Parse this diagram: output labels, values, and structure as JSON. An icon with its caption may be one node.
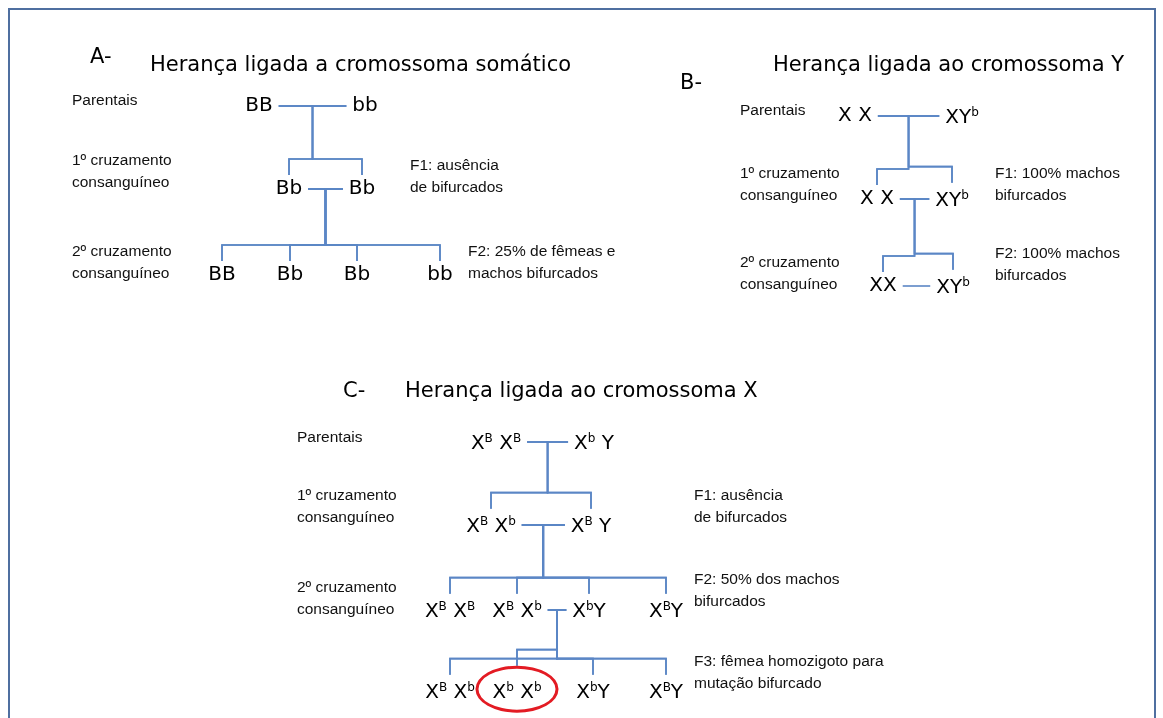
{
  "diagram": {
    "nodes": [
      {
        "text": [
          "BB"
        ]
      },
      {
        "text": [
          "bb"
        ]
      },
      {
        "text": [
          "Bb"
        ]
      },
      {
        "text": [
          "Bb"
        ]
      },
      {
        "text": [
          "BB"
        ]
      },
      {
        "text": [
          "Bb"
        ]
      },
      {
        "text": [
          "Bb"
        ]
      },
      {
        "text": [
          "bb"
        ]
      },
      {
        "text": [
          "X X"
        ]
      },
      {
        "text": [
          "XY$^{b}$"
        ]
      },
      {
        "text": [
          "X X"
        ]
      },
      {
        "text": [
          "XY$^{b}$"
        ]
      },
      {
        "text": [
          "XX"
        ]
      },
      {
        "text": [
          "XY$^{b}$"
        ]
      },
      {
        "text": [
          "X$^{B}$ X$^{B}$"
        ]
      },
      {
        "text": [
          "X$^{b}$ Y"
        ]
      },
      {
        "text": [
          "X$^{B}$ X$^{b}$"
        ]
      },
      {
        "text": [
          "X$^{B}$ Y"
        ]
      },
      {
        "text": [
          "X$^{B}$ X$^{B}$"
        ]
      },
      {
        "text": [
          "X$^{B}$ X$^{b}$"
        ]
      },
      {
        "text": [
          "X$^{b}$Y"
        ]
      },
      {
        "text": [
          "X$^{B}$Y"
        ]
      },
      {
        "text": [
          "X$^{B}$ X$^{b}$"
        ]
      },
      {
        "text": [
          "X$^{b}$ X$^{b}$"
        ]
      },
      {
        "text": [
          "X$^{b}$Y"
        ]
      },
      {
        "text": [
          "X$^{B}$Y"
        ]
      }
    ],
    "edges": [
      {
        "from": 0,
        "to": 1,
        "arrow": "none"
      },
      {
        "from": 0,
        "to": 2,
        "arrow": "none"
      },
      {
        "from": 1,
        "to": 2,
        "arrow": "none"
      },
      {
        "from": 0,
        "to": 3,
        "arrow": "none"
      },
      {
        "from": 1,
        "to": 3,
        "arrow": "none"
      },
      {
        "from": 2,
        "to": 3,
        "arrow": "none"
      },
      {
        "from": 2,
        "to": 4,
        "arrow": "none"
      },
      {
        "from": 3,
        "to": 4,
        "arrow": "none"
      },
      {
        "from": 2,
        "to": 5,
        "arrow": "none"
      },
      {
        "from": 3,
        "to": 5,
        "arrow": "none"
      },
      {
        "from": 2,
        "to": 6,
        "arrow": "none"
      },
      {
        "from": 3,
        "to": 6,
        "arrow": "none"
      },
      {
        "from": 2,
        "to": 7,
        "arrow": "none"
      },
      {
        "from": 3,
        "to": 7,
        "arrow": "none"
      },
      {
        "from": 8,
        "to": 9,
        "arrow": "none"
      },
      {
        "from": 8,
        "to": 10,
        "arrow": "none"
      },
      {
        "from": 9,
        "to": 10,
        "arrow": "none"
      },
      {
        "from": 8,
        "to": 11,
        "arrow": "none"
      },
      {
        "from": 9,
        "to": 11,
        "arrow": "none"
      },
      {
        "from": 10,
        "to": 11,
        "arrow": "none"
      },
      {
        "from": 10,
        "to": 12,
        "arrow": "none"
      },
      {
        "from": 11,
        "to": 12,
        "arrow": "none"
      },
      {
        "from": 10,
        "to": 13,
        "arrow": "none"
      },
      {
        "from": 11,
        "to": 13,
        "arrow": "none"
      },
      {
        "from": 12,
        "to": 13,
        "arrow": "none"
      },
      {
        "from": 14,
        "to": 15,
        "arrow": "none"
      },
      {
        "from": 14,
        "to": 16,
        "arrow": "none"
      },
      {
        "from": 15,
        "to": 16,
        "arrow": "none"
      },
      {
        "from": 14,
        "to": 17,
        "arrow": "none"
      },
      {
        "from": 15,
        "to": 17,
        "arrow": "none"
      },
      {
        "from": 16,
        "to": 17,
        "arrow": "none"
      },
      {
        "from": 16,
        "to": 18,
        "arrow": "none"
      },
      {
        "from": 17,
        "to": 18,
        "arrow": "none"
      },
      {
        "from": 16,
        "to": 19,
        "arrow": "none"
      },
      {
        "from": 17,
        "to": 19,
        "arrow": "none"
      },
      {
        "from": 16,
        "to": 20,
        "arrow": "none"
      },
      {
        "from": 17,
        "to": 20,
        "arrow": "none"
      },
      {
        "from": 16,
        "to": 21,
        "arrow": "none"
      },
      {
        "from": 17,
        "to": 21,
        "arrow": "none"
      },
      {
        "from": 19,
        "to": 20,
        "arrow": "none"
      },
      {
        "from": 19,
        "to": 22,
        "arrow": "none"
      },
      {
        "from": 20,
        "to": 22,
        "arrow": "none"
      },
      {
        "from": 19,
        "to": 23,
        "arrow": "none"
      },
      {
        "from": 20,
        "to": 23,
        "arrow": "none"
      },
      {
        "from": 19,
        "to": 24,
        "arrow": "none"
      },
      {
        "from": 20,
        "to": 24,
        "arrow": "none"
      },
      {
        "from": 19,
        "to": 25,
        "arrow": "none"
      },
      {
        "from": 20,
        "to": 25,
        "arrow": "none"
      }
    ],
    "labels": [
      "A-",
      "Herança ligada a cromossoma somático",
      "Parentais",
      "1º cruzamento consanguíneo",
      "F1: ausência de bifurcados",
      "2º cruzamento consanguíneo",
      "F2: 25% de fêmeas e machos bifurcados",
      "B-",
      "Herança ligada ao cromossoma Y",
      "Parentais",
      "1º cruzamento consanguíneo",
      "F1: 100% machos bifurcados",
      "2º cruzamento consanguíneo",
      "F2: 100% machos bifurcados",
      "C-",
      "Herança ligada ao cromossoma X",
      "Parentais",
      "1º cruzamento consanguíneo",
      "F1: ausência de bifurcados",
      "2º cruzamento consanguíneo",
      "F2: 50% dos machos bifurcados",
      "F3: fêmea homozigoto para mutação bifurcado"
    ]
  }
}
